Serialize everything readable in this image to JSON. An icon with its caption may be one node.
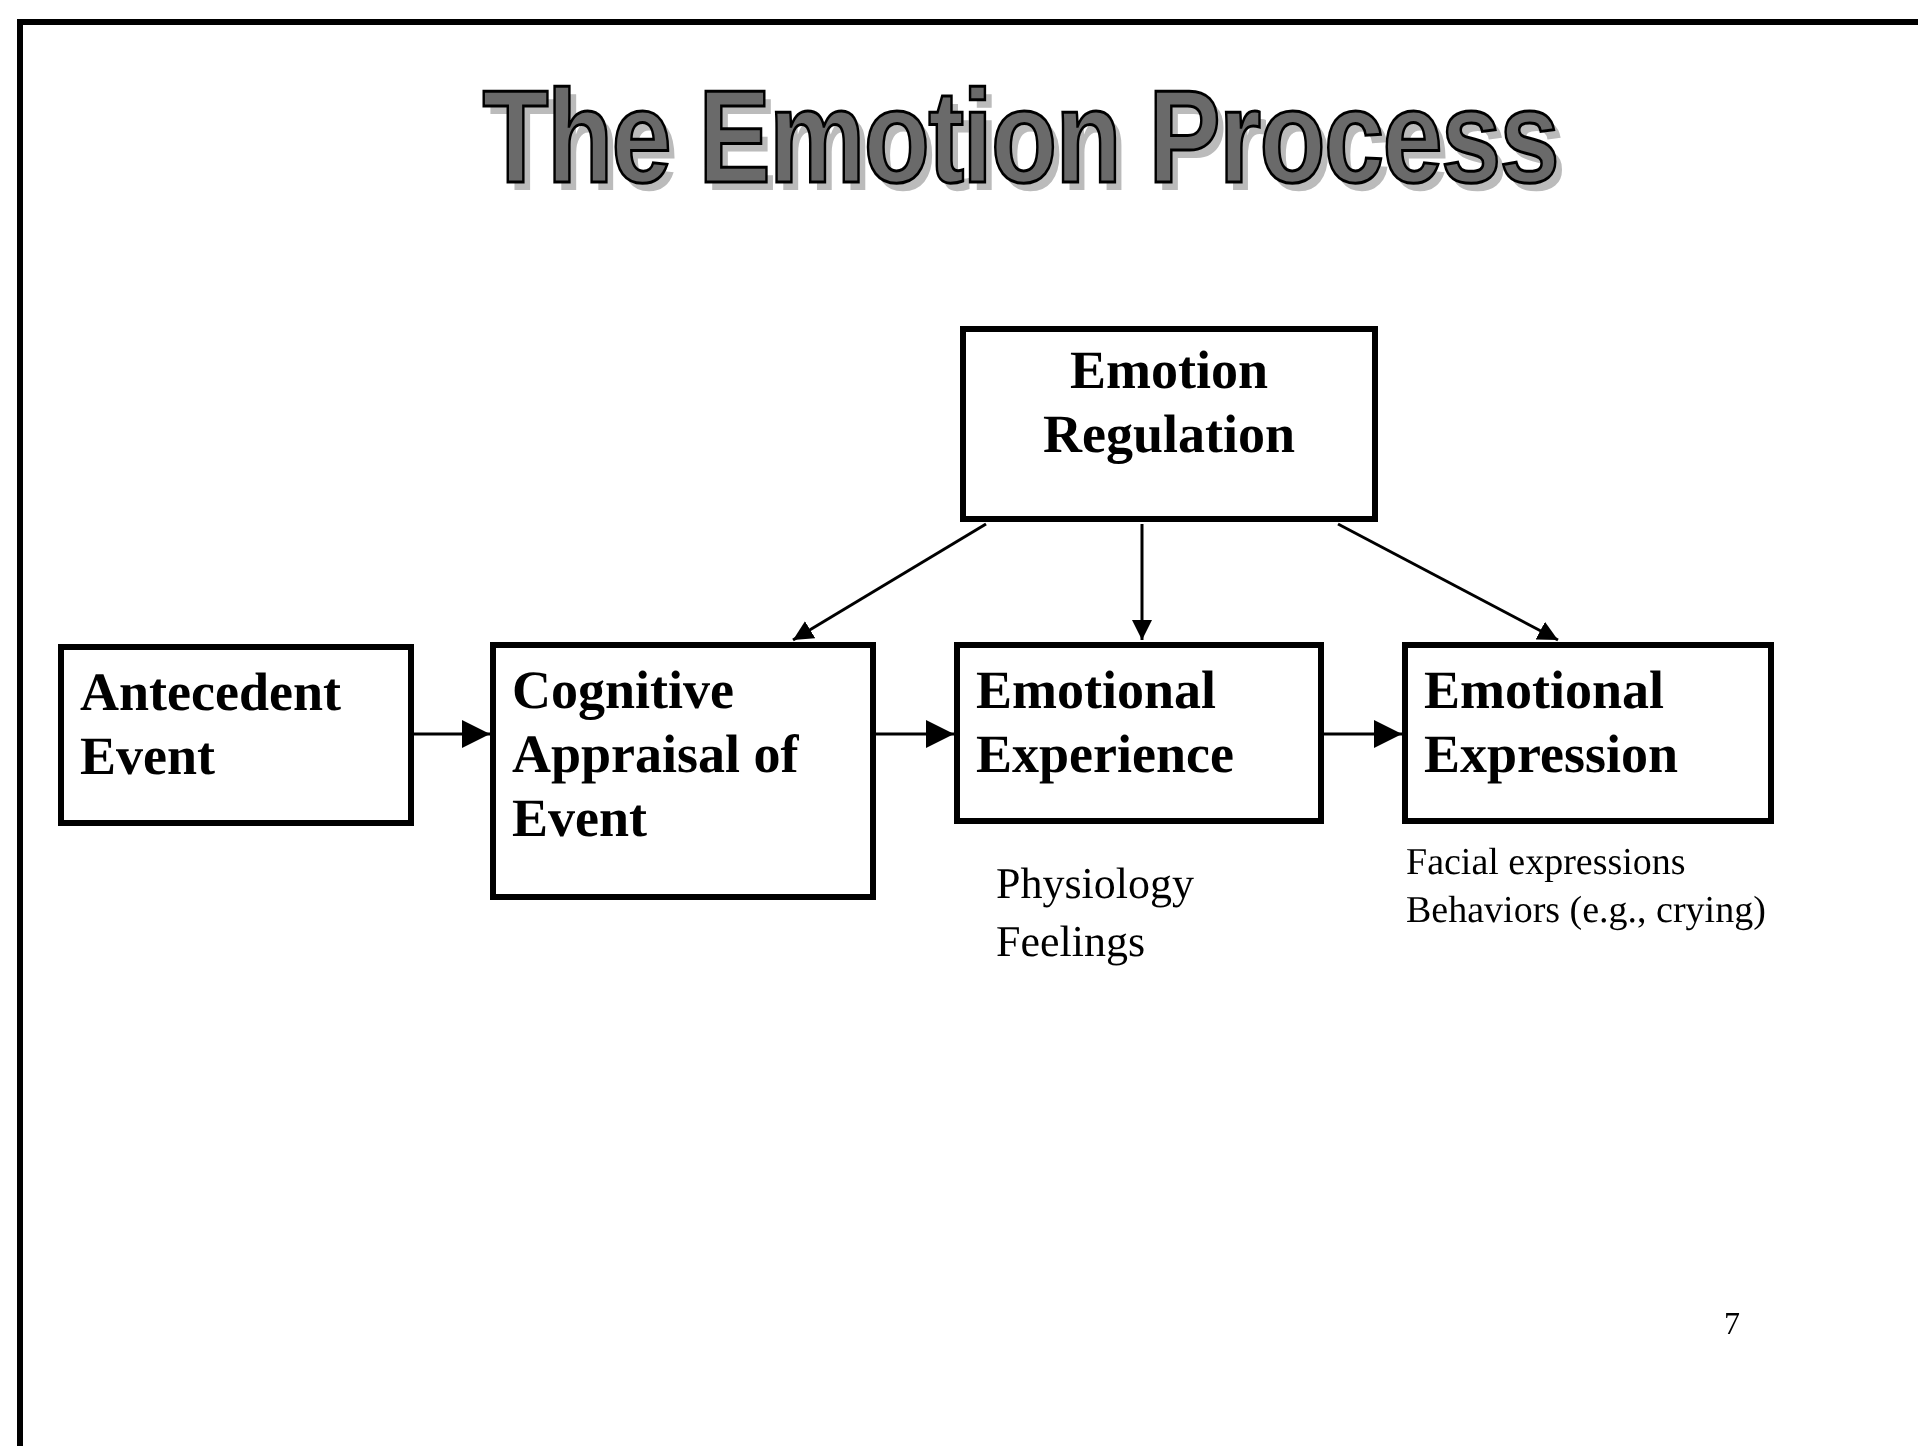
{
  "diagram": {
    "title": "The Emotion Process",
    "nodes": [
      {
        "text": [
          "Emotion Regulation"
        ]
      },
      {
        "text": [
          "Antecedent Event"
        ]
      },
      {
        "text": [
          "Cognitive Appraisal of Event"
        ]
      },
      {
        "text": [
          "Emotional Experience"
        ],
        "beside": [
          "Physiology",
          "Feelings"
        ]
      },
      {
        "text": [
          "Emotional Expression"
        ],
        "beside": [
          "Facial expressions",
          "Behaviors (e.g., crying)"
        ]
      }
    ],
    "edges": [
      {
        "from": 1,
        "to": 2,
        "arrow": "to"
      },
      {
        "from": 2,
        "to": 3,
        "arrow": "to"
      },
      {
        "from": 3,
        "to": 4,
        "arrow": "to"
      },
      {
        "from": 0,
        "to": 2,
        "arrow": "to"
      },
      {
        "from": 0,
        "to": 3,
        "arrow": "to"
      },
      {
        "from": 0,
        "to": 4,
        "arrow": "to"
      }
    ],
    "labels": [
      "7"
    ]
  }
}
